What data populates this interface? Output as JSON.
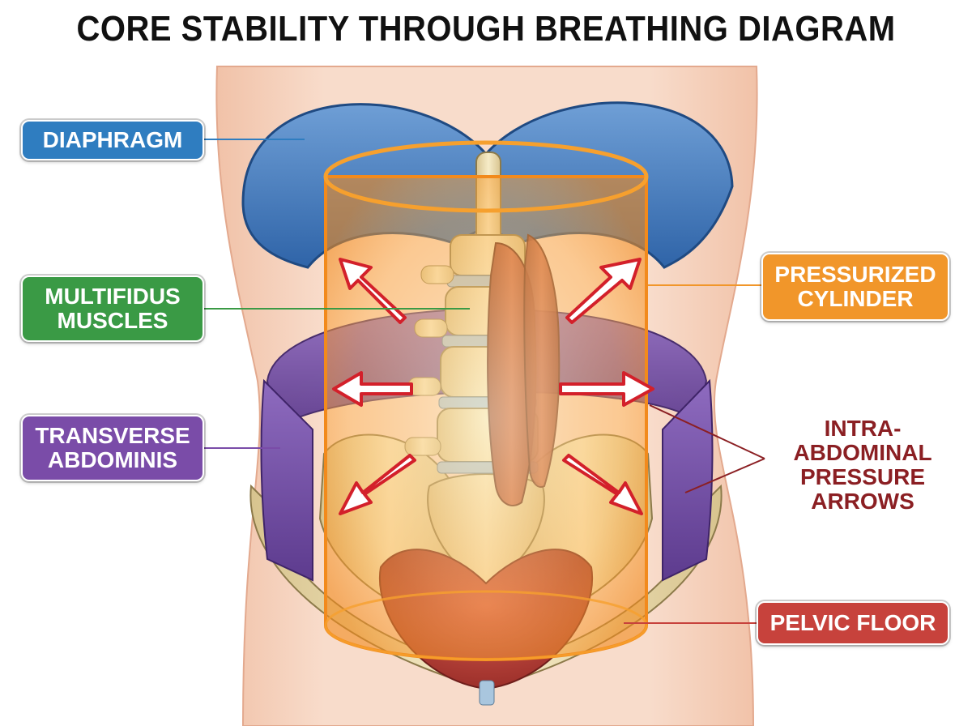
{
  "title": "CORE STABILITY THROUGH BREATHING DIAGRAM",
  "labels": {
    "diaphragm": "DIAPHRAGM",
    "multifidus": "MULTIFIDUS\nMUSCLES",
    "transverse": "TRANSVERSE\nABDOMINIS",
    "cylinder": "PRESSURIZED\nCYLINDER",
    "iap": "INTRA-\nABDOMINAL\nPRESSURE\nARROWS",
    "pelvic": "PELVIC FLOOR"
  },
  "colors": {
    "diaphragm": "#2f7dc0",
    "multifidus": "#3a9a45",
    "transverse": "#7a4ca8",
    "cylinder": "#f1962a",
    "iap": "#8b1f23",
    "pelvic": "#c7423c",
    "skin": "#f6d3bd",
    "bone": "#efe1b8",
    "disc": "#a9c6de",
    "muscle": "#b5533f"
  }
}
